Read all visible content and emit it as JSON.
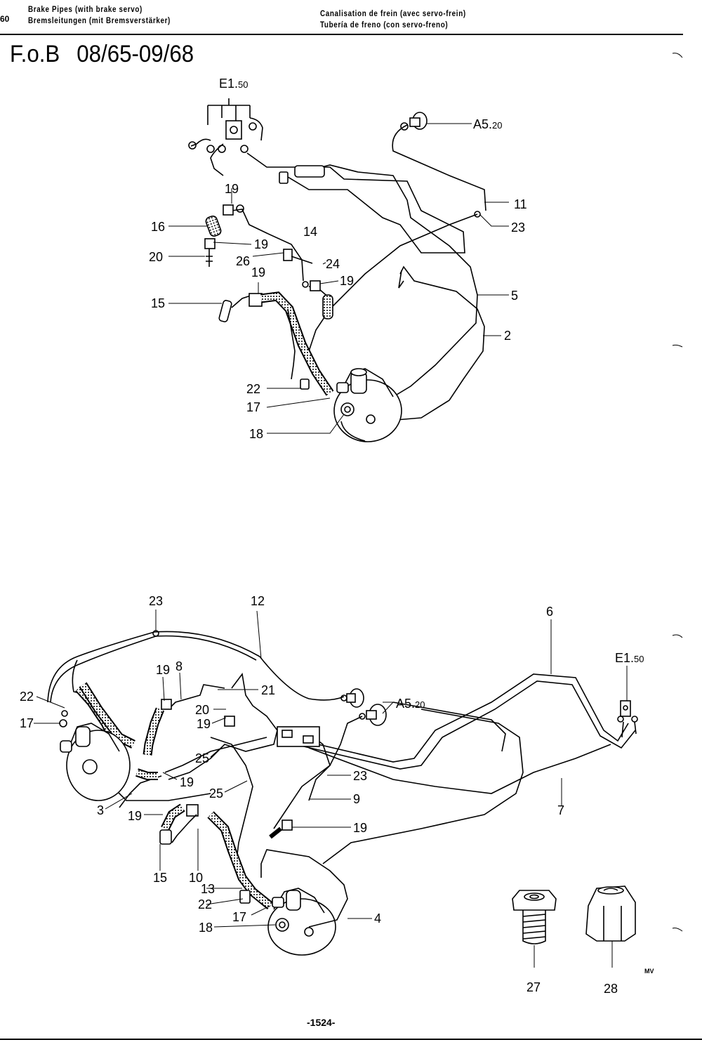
{
  "header": {
    "page_prefix": "60",
    "left_en": "Brake Pipes (with brake servo)",
    "left_de": "Bremsleitungen (mit Bremsverstärker)",
    "right_fr": "Canalisation de frein (avec servo-frein)",
    "right_es": "Tubería de freno (con servo-freno)"
  },
  "title": {
    "model": "F.o.B",
    "period": "08/65-09/68"
  },
  "upper_callouts": {
    "e1_ref": "E1.",
    "e1_sub": "50",
    "a5_ref": "A5.",
    "a5_sub": "20",
    "n11": "11",
    "n23": "23",
    "n5": "5",
    "n2": "2",
    "n19a": "19",
    "n16": "16",
    "n20": "20",
    "n19b": "19",
    "n14": "14",
    "n26": "26",
    "n19c": "19",
    "n24": "24",
    "n19d": "19",
    "n15": "15",
    "n22": "22",
    "n17": "17",
    "n18": "18"
  },
  "lower_callouts": {
    "n23": "23",
    "n12": "12",
    "n6": "6",
    "e1_ref": "E1.",
    "e1_sub": "50",
    "n19a": "19",
    "n8": "8",
    "n21": "21",
    "n20": "20",
    "n19b": "19",
    "a5_ref": "A5.",
    "a5_sub": "20",
    "n22": "22",
    "n17": "17",
    "n25a": "25",
    "n19c": "19",
    "n25b": "25",
    "n23b": "23",
    "n9": "9",
    "n3": "3",
    "n19d": "19",
    "n7": "7",
    "n19e": "19",
    "n15": "15",
    "n10": "10",
    "n13": "13",
    "n22b": "22",
    "n17b": "17",
    "n18": "18",
    "n4": "4",
    "n27": "27",
    "n28": "28"
  },
  "footer": {
    "page_number": "-1524-",
    "mark": "MV"
  }
}
